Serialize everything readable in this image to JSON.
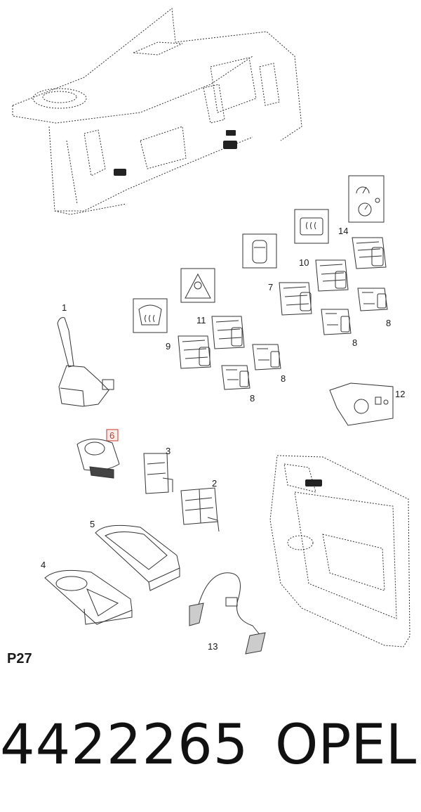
{
  "callouts": {
    "c1": "1",
    "c2": "2",
    "c3": "3",
    "c4": "4",
    "c5": "5",
    "c6": "6",
    "c7": "7",
    "c8a": "8",
    "c8b": "8",
    "c8c": "8",
    "c8d": "8",
    "c9": "9",
    "c10": "10",
    "c11": "11",
    "c12": "12",
    "c13": "13",
    "c14": "14"
  },
  "highlight_color": "#c0392b",
  "page_ref": "P27",
  "part_number": "4422265",
  "brand": "OPEL"
}
